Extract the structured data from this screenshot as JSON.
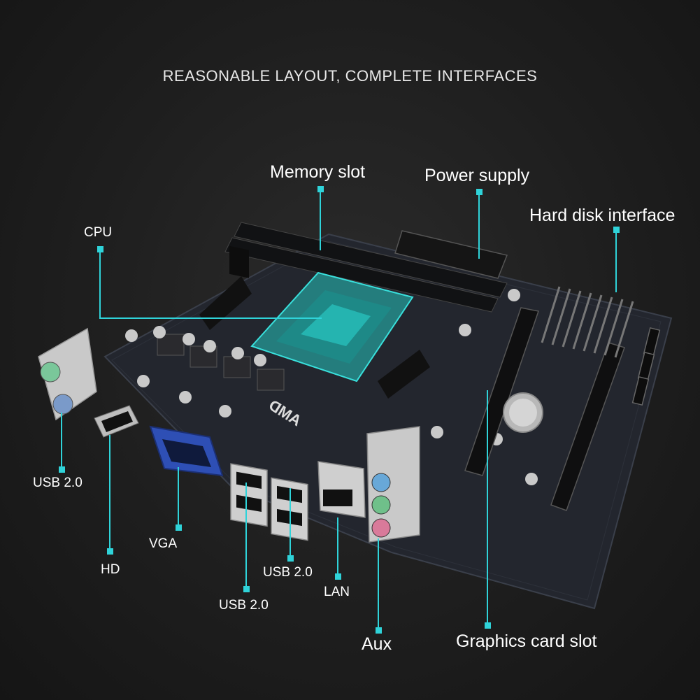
{
  "headline": "REASONABLE LAYOUT, COMPLETE INTERFACES",
  "callouts": {
    "memory_slot": "Memory slot",
    "power_supply": "Power supply",
    "hard_disk_interface": "Hard disk interface",
    "cpu": "CPU",
    "usb_ps2": "USB 2.0",
    "hd": "HD",
    "vga": "VGA",
    "usb_rear_1": "USB 2.0",
    "usb_rear_2": "USB 2.0",
    "lan": "LAN",
    "aux": "Aux",
    "graphics_card_slot": "Graphics card slot"
  },
  "board_marking": "AMD",
  "colors": {
    "background": "#1e1e1e",
    "board": "#23262e",
    "callout_line": "#2fd3d9",
    "cpu_highlight": "#27c4c0",
    "headline_text": "#e8e8e8",
    "label_text": "#ffffff"
  }
}
